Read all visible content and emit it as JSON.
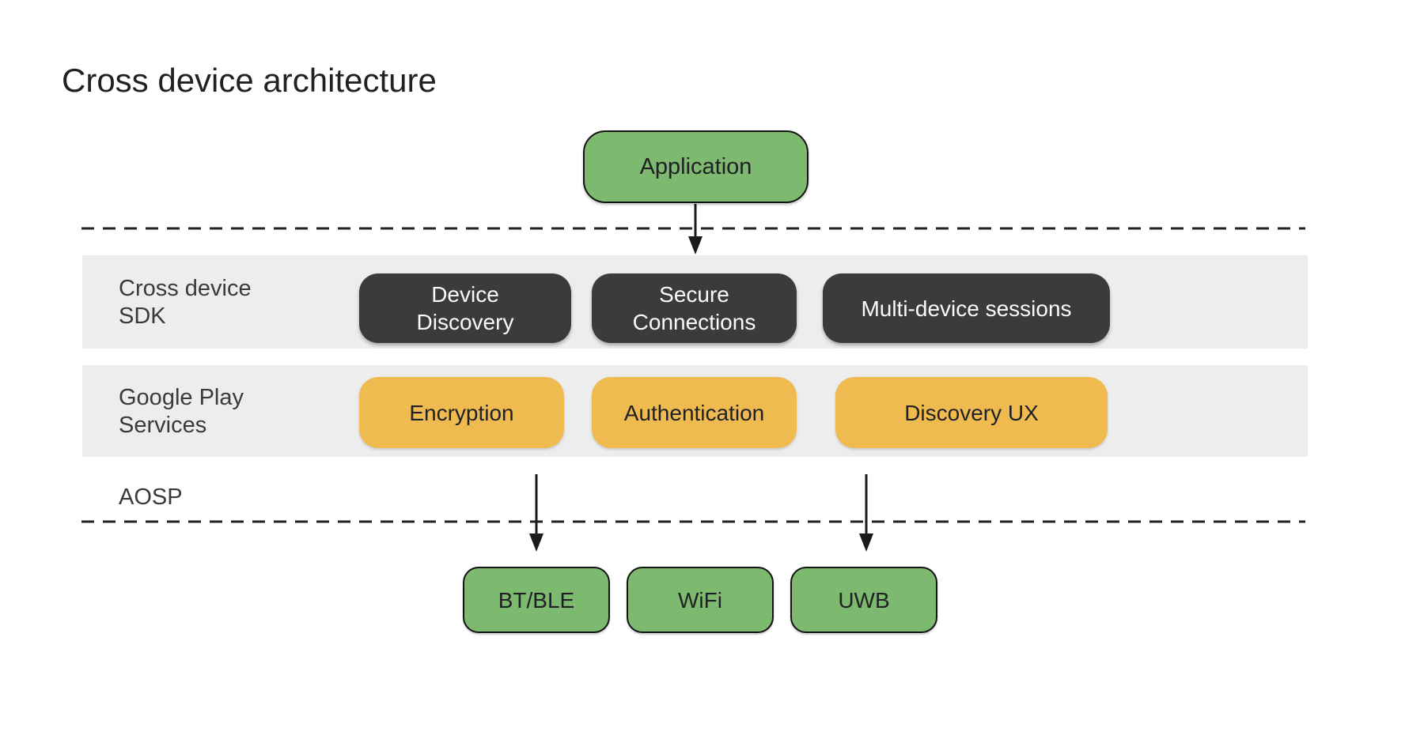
{
  "title": "Cross device architecture",
  "application": {
    "label": "Application"
  },
  "layers": {
    "sdk": {
      "label_line1": "Cross device",
      "label_line2": "SDK",
      "boxes": [
        {
          "label": "Device\nDiscovery"
        },
        {
          "label": "Secure\nConnections"
        },
        {
          "label": "Multi-device sessions"
        }
      ]
    },
    "gps": {
      "label_line1": "Google Play",
      "label_line2": "Services",
      "boxes": [
        {
          "label": "Encryption"
        },
        {
          "label": "Authentication"
        },
        {
          "label": "Discovery UX"
        }
      ]
    },
    "aosp": {
      "label": "AOSP"
    }
  },
  "transports": [
    {
      "label": "BT/BLE"
    },
    {
      "label": "WiFi"
    },
    {
      "label": "UWB"
    }
  ],
  "colors": {
    "green": "#7db96f",
    "amber": "#efbb51",
    "dark_box": "#3b3b3b",
    "band": "#ededed",
    "line": "#212121",
    "text_dark": "#202124",
    "text_light": "#fafafa"
  }
}
